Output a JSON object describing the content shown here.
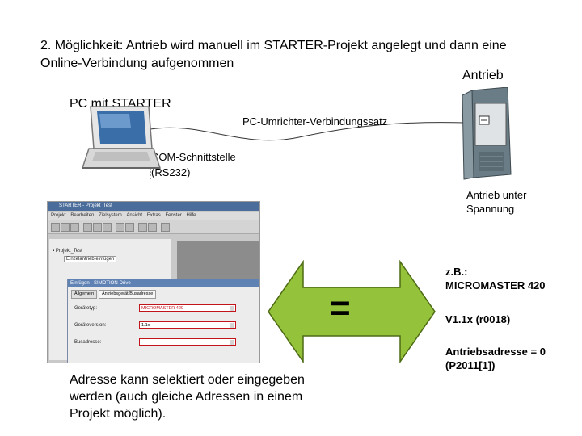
{
  "title_line1": "2. Möglichkeit: Antrieb wird manuell im STARTER-Projekt angelegt und dann eine",
  "title_line2": "Online-Verbindung aufgenommen",
  "drive_label": "Antrieb",
  "pc_label": "PC mit STARTER",
  "cable_label": "PC-Umrichter-Verbindungssatz",
  "com_label_line1": "COM-Schnittstelle",
  "com_label_line2": "(RS232)",
  "power_label_line1": "Antrieb unter",
  "power_label_line2": "Spannung",
  "equals_sign": "=",
  "info": {
    "model_line1": "z.B.:",
    "model_line2": "MICROMASTER 420",
    "version": "V1.1x (r0018)",
    "address_line1": "Antriebsadresse = 0",
    "address_line2": "(P2011[1])"
  },
  "bottom_note_line1": "Adresse kann selektiert oder eingegeben",
  "bottom_note_line2": "werden (auch gleiche Adressen in einem",
  "bottom_note_line3": "Projekt möglich).",
  "screenshot": {
    "window_title": "STARTER - Projekt_Test",
    "menu": [
      "Projekt",
      "Bearbeiten",
      "Zielsystem",
      "Ansicht",
      "Extras",
      "Fenster",
      "Hilfe"
    ],
    "tree_root": "Projekt_Test",
    "tree_child": "Einzelantrieb einfügen",
    "dialog_title": "Einfügen - SIMOTION-Drive",
    "tabs": [
      "Allgemein",
      "Antriebsgerät/Busadresse"
    ],
    "fields": [
      {
        "label": "Gerätetyp:",
        "value": "MICROMASTER 420"
      },
      {
        "label": "Geräteversion:",
        "value": "1.1x"
      },
      {
        "label": "Busadresse:",
        "value": ""
      }
    ]
  },
  "colors": {
    "arrow_fill": "#94c23a",
    "arrow_stroke": "#4d6b14",
    "highlight_red": "#c2141b",
    "drive_body": "#6a7d86",
    "screen_blue": "#3a6ea8"
  }
}
